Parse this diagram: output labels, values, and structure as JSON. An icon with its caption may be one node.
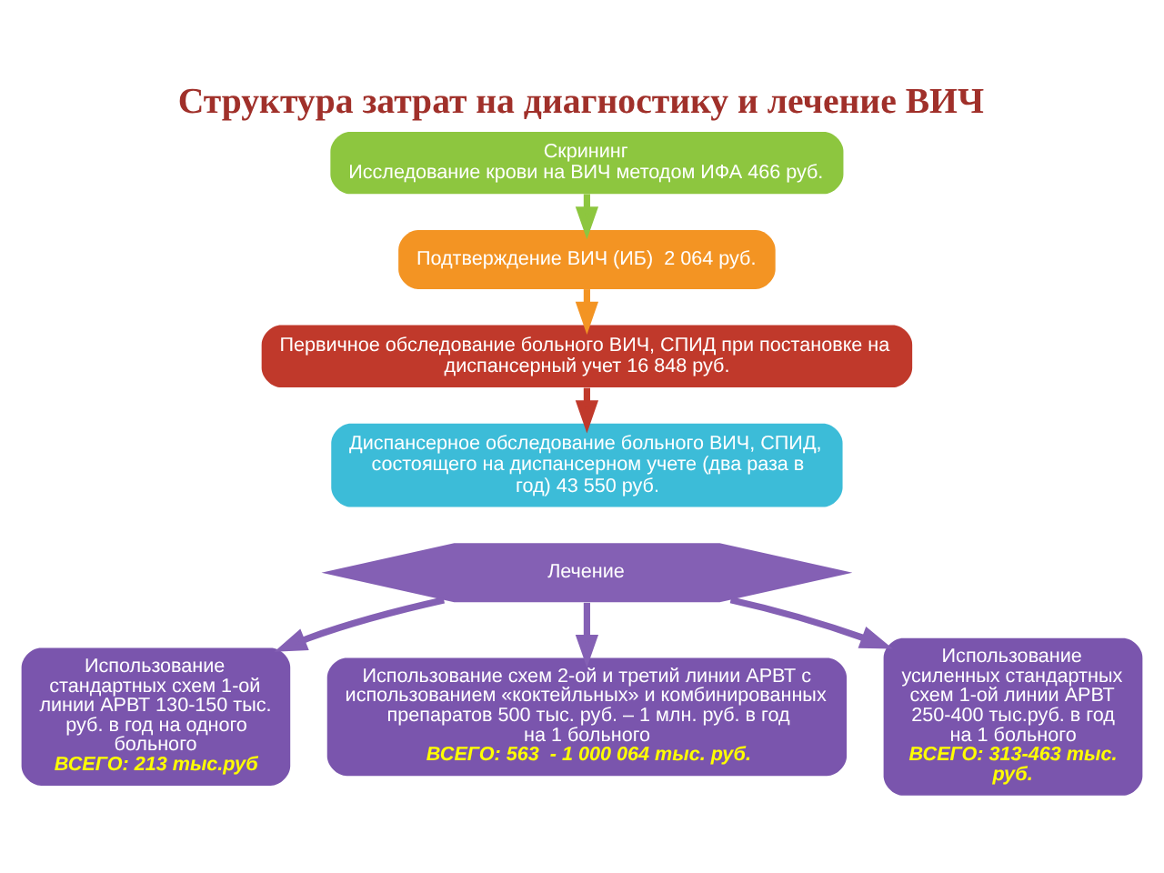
{
  "diagram": {
    "title": "Структура затрат на диагностику и лечение ВИЧ",
    "nodes": [
      {
        "text": [
          "Скрининг",
          "Исследование крови на ВИЧ методом ИФА 466 руб."
        ]
      },
      {
        "text": [
          "Подтверждение ВИЧ (ИБ)  2 064 руб."
        ]
      },
      {
        "text": [
          "Первичное обследование больного ВИЧ, СПИД при постановке на диспансерный учет 16 848 руб."
        ]
      },
      {
        "text": [
          "Диспансерное обследование больного ВИЧ, СПИД, состоящего на диспансерном учете (два раза в год) 43 550 руб."
        ]
      },
      {
        "text": [
          "Лечение"
        ]
      },
      {
        "text": [
          "Использование стандартных схем 1-ой линии АРВТ 130-150 тыс.  руб. в год на одного больного",
          "ВСЕГО: 213 тыс.руб"
        ]
      },
      {
        "text": [
          "Использование усиленных стандартных схем 1-ой линии АРВТ 250-400 тыс.руб. в год на 1 больного",
          "ВСЕГО: 313-463 тыс. руб."
        ]
      },
      {
        "text": [
          "Использование схем 2-ой и третий линии АРВТ с использованием «коктейльных» и комбинированных препаратов 500 тыс. руб. – 1 млн. руб. в год на 1 больного",
          "ВСЕГО: 563  - 1 000 064 тыс. руб."
        ]
      }
    ],
    "edges": [
      {
        "from": 0,
        "to": 1,
        "arrow": "to",
        "color": "#8dc63f"
      },
      {
        "from": 1,
        "to": 2,
        "arrow": "to",
        "color": "#f39423"
      },
      {
        "from": 2,
        "to": 3,
        "arrow": "to",
        "color": "#c0392b"
      },
      {
        "from": 4,
        "to": 5,
        "arrow": "to"
      },
      {
        "from": 4,
        "to": 6,
        "arrow": "to"
      },
      {
        "from": 4,
        "to": 7,
        "arrow": "to"
      }
    ]
  }
}
